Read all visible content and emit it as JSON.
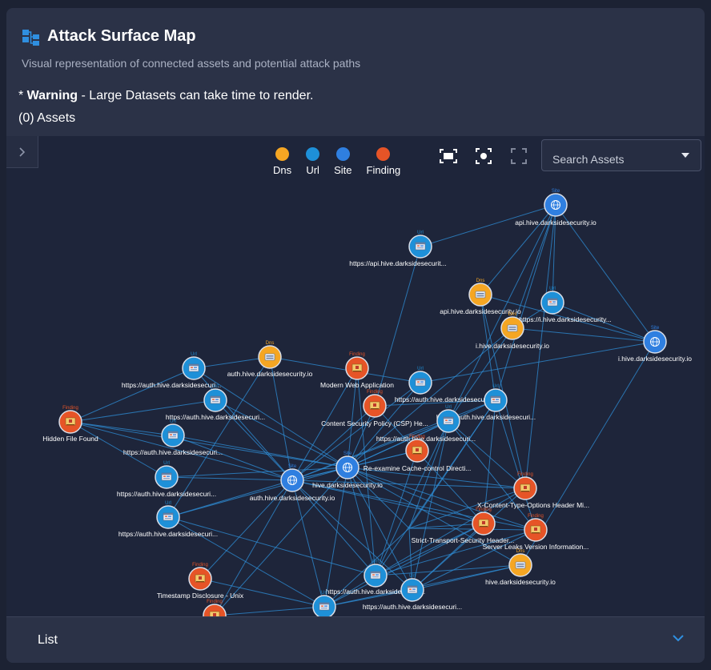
{
  "header": {
    "title": "Attack Surface Map",
    "subtitle": "Visual representation of connected assets and potential attack paths",
    "warning_prefix": "* ",
    "warning_bold": "Warning",
    "warning_text": " - Large Datasets can take time to render.",
    "asset_count": "(0) Assets"
  },
  "legend": [
    {
      "label": "Dns",
      "color": "#f5a623"
    },
    {
      "label": "Url",
      "color": "#1e90d8"
    },
    {
      "label": "Site",
      "color": "#2f7fe0"
    },
    {
      "label": "Finding",
      "color": "#e65427"
    }
  ],
  "toolbar": {
    "fit_icon": "fit-to-screen-icon",
    "center_icon": "center-focus-icon",
    "fullscreen_icon": "fullscreen-icon"
  },
  "search": {
    "placeholder": "Search Assets"
  },
  "colors": {
    "dns": "#f5a623",
    "url": "#1e90d8",
    "site": "#2f7fe0",
    "finding": "#e65427",
    "edge": "#2f8fd8"
  },
  "graph": {
    "nodes": [
      {
        "id": "site_api",
        "type": "Site",
        "label": "api.hive.darksidesecurity.io"
      },
      {
        "id": "url_api",
        "type": "Url",
        "label": "https://api.hive.darksidesecurit..."
      },
      {
        "id": "dns_api",
        "type": "Dns",
        "label": "api.hive.darksidesecurity.io"
      },
      {
        "id": "url_i",
        "type": "Url",
        "label": "https://i.hive.darksidesecurity..."
      },
      {
        "id": "dns_i",
        "type": "Dns",
        "label": "i.hive.darksidesecurity.io"
      },
      {
        "id": "site_i",
        "type": "Site",
        "label": "i.hive.darksidesecurity.io"
      },
      {
        "id": "dns_auth",
        "type": "Dns",
        "label": "auth.hive.darksidesecurity.io"
      },
      {
        "id": "find_modern",
        "type": "Finding",
        "label": "Modern Web Application"
      },
      {
        "id": "url_auth1",
        "type": "Url",
        "label": "https://auth.hive.darksidesecuri..."
      },
      {
        "id": "url_auth_m1",
        "type": "Url",
        "label": "https://auth.hive.darksidesecuri..."
      },
      {
        "id": "url_auth_r1",
        "type": "Url",
        "label": "https://auth.hive.darksidesecuri..."
      },
      {
        "id": "find_csp",
        "type": "Finding",
        "label": "Content Security Policy (CSP) He..."
      },
      {
        "id": "url_auth_r2",
        "type": "Url",
        "label": "https://auth.hive.darksidesecuri..."
      },
      {
        "id": "url_auth2",
        "type": "Url",
        "label": "https://auth.hive.darksidesecuri..."
      },
      {
        "id": "find_hidden",
        "type": "Finding",
        "label": "Hidden File Found"
      },
      {
        "id": "url_auth3",
        "type": "Url",
        "label": "https://auth.hive.darksidesecuri..."
      },
      {
        "id": "find_cache",
        "type": "Finding",
        "label": "Re-examine Cache-control Directi..."
      },
      {
        "id": "site_hive",
        "type": "Site",
        "label": "hive.darksidesecurity.io"
      },
      {
        "id": "site_auth",
        "type": "Site",
        "label": "auth.hive.darksidesecurity.io"
      },
      {
        "id": "url_auth4",
        "type": "Url",
        "label": "https://auth.hive.darksidesecuri..."
      },
      {
        "id": "find_xcto",
        "type": "Finding",
        "label": "X-Content-Type-Options Header Mi..."
      },
      {
        "id": "url_auth5",
        "type": "Url",
        "label": "https://auth.hive.darksidesecuri..."
      },
      {
        "id": "url_auth_c1",
        "type": "Url",
        "label": "https://auth.hive.darksidesecuri..."
      },
      {
        "id": "find_hsts",
        "type": "Finding",
        "label": "Strict-Transport-Security Header..."
      },
      {
        "id": "find_server",
        "type": "Finding",
        "label": "Server Leaks Version Information..."
      },
      {
        "id": "dns_hive",
        "type": "Dns",
        "label": "hive.darksidesecurity.io"
      },
      {
        "id": "find_ts",
        "type": "Finding",
        "label": "Timestamp Disclosure - Unix"
      },
      {
        "id": "url_auth_c2",
        "type": "Url",
        "label": "https://auth.hive.darksidesecuri..."
      },
      {
        "id": "url_auth_c3",
        "type": "Url",
        "label": "https://auth.hive.darksidesecuri..."
      },
      {
        "id": "url_auth_b1",
        "type": "Url",
        "label": "https://auth.hive.darksidesecuri..."
      },
      {
        "id": "find_bottom",
        "type": "Finding",
        "label": ""
      }
    ],
    "edges": [
      [
        "site_api",
        "url_api"
      ],
      [
        "site_api",
        "dns_api"
      ],
      [
        "site_api",
        "url_i"
      ],
      [
        "site_api",
        "dns_i"
      ],
      [
        "site_api",
        "site_i"
      ],
      [
        "site_api",
        "url_auth_r1"
      ],
      [
        "site_api",
        "url_auth_r2"
      ],
      [
        "site_api",
        "find_xcto"
      ],
      [
        "url_api",
        "find_csp"
      ],
      [
        "dns_api",
        "site_i"
      ],
      [
        "dns_api",
        "url_auth_r1"
      ],
      [
        "dns_api",
        "find_xcto"
      ],
      [
        "url_i",
        "site_i"
      ],
      [
        "url_i",
        "dns_i"
      ],
      [
        "dns_i",
        "site_i"
      ],
      [
        "dns_i",
        "site_hive"
      ],
      [
        "dns_i",
        "url_auth_r2"
      ],
      [
        "site_i",
        "dns_hive"
      ],
      [
        "site_i",
        "url_auth_m1"
      ],
      [
        "dns_auth",
        "site_auth"
      ],
      [
        "dns_auth",
        "url_auth1"
      ],
      [
        "dns_auth",
        "url_auth_m1"
      ],
      [
        "dns_auth",
        "url_auth5"
      ],
      [
        "find_modern",
        "site_auth"
      ],
      [
        "find_modern",
        "site_hive"
      ],
      [
        "find_modern",
        "url_auth_c2"
      ],
      [
        "find_hidden",
        "url_auth1"
      ],
      [
        "find_hidden",
        "url_auth2"
      ],
      [
        "find_hidden",
        "url_auth3"
      ],
      [
        "find_hidden",
        "url_auth4"
      ],
      [
        "find_hidden",
        "site_auth"
      ],
      [
        "find_hidden",
        "site_hive"
      ],
      [
        "url_auth1",
        "site_auth"
      ],
      [
        "url_auth1",
        "site_hive"
      ],
      [
        "url_auth_m1",
        "site_auth"
      ],
      [
        "url_auth_m1",
        "site_hive"
      ],
      [
        "url_auth_m1",
        "url_auth_c1"
      ],
      [
        "url_auth2",
        "site_auth"
      ],
      [
        "url_auth2",
        "site_hive"
      ],
      [
        "url_auth3",
        "site_auth"
      ],
      [
        "url_auth3",
        "site_hive"
      ],
      [
        "url_auth4",
        "site_auth"
      ],
      [
        "url_auth4",
        "site_hive"
      ],
      [
        "site_auth",
        "site_hive"
      ],
      [
        "site_auth",
        "url_auth_r1"
      ],
      [
        "site_auth",
        "url_auth_r2"
      ],
      [
        "site_auth",
        "find_csp"
      ],
      [
        "site_auth",
        "find_cache"
      ],
      [
        "site_auth",
        "url_auth5"
      ],
      [
        "site_auth",
        "url_auth_c1"
      ],
      [
        "site_auth",
        "url_auth_c2"
      ],
      [
        "site_auth",
        "url_auth_c3"
      ],
      [
        "site_auth",
        "url_auth_b1"
      ],
      [
        "site_auth",
        "find_ts"
      ],
      [
        "site_auth",
        "find_hsts"
      ],
      [
        "site_auth",
        "find_server"
      ],
      [
        "site_auth",
        "find_xcto"
      ],
      [
        "site_auth",
        "find_bottom"
      ],
      [
        "site_hive",
        "url_auth_r1"
      ],
      [
        "site_hive",
        "url_auth_r2"
      ],
      [
        "site_hive",
        "url_auth_c"
      ],
      [
        "site_hive",
        "find_csp"
      ],
      [
        "site_hive",
        "find_cache"
      ],
      [
        "site_hive",
        "url_auth5"
      ],
      [
        "site_hive",
        "url_auth_c1"
      ],
      [
        "site_hive",
        "url_auth_c2"
      ],
      [
        "site_hive",
        "url_auth_c3"
      ],
      [
        "site_hive",
        "url_auth_b1"
      ],
      [
        "site_hive",
        "find_xcto"
      ],
      [
        "site_hive",
        "find_hsts"
      ],
      [
        "site_hive",
        "find_server"
      ],
      [
        "site_hive",
        "dns_hive"
      ],
      [
        "site_hive",
        "find_bottom"
      ],
      [
        "url_auth_r1",
        "find_csp"
      ],
      [
        "url_auth_r1",
        "url_auth_c"
      ],
      [
        "url_auth_r1",
        "find_hsts"
      ],
      [
        "url_auth_r1",
        "find_server"
      ],
      [
        "url_auth_r1",
        "url_auth_c2"
      ],
      [
        "url_auth_r2",
        "url_auth_c"
      ],
      [
        "url_auth_r2",
        "find_xcto"
      ],
      [
        "url_auth_r2",
        "find_server"
      ],
      [
        "url_auth_r2",
        "url_auth_c2"
      ],
      [
        "url_auth_r2",
        "url_auth_c3"
      ],
      [
        "url_auth_c",
        "find_xcto"
      ],
      [
        "url_auth_c",
        "find_hsts"
      ],
      [
        "url_auth_c",
        "find_server"
      ],
      [
        "url_auth_c",
        "url_auth_c1"
      ],
      [
        "url_auth_c",
        "url_auth_c3"
      ],
      [
        "url_auth_c",
        "url_auth_b1"
      ],
      [
        "find_csp",
        "url_auth_c1"
      ],
      [
        "find_csp",
        "find_hsts"
      ],
      [
        "find_cache",
        "url_auth_c1"
      ],
      [
        "find_cache",
        "url_auth_c2"
      ],
      [
        "url_auth5",
        "url_auth_c2"
      ],
      [
        "url_auth5",
        "url_auth_b1"
      ],
      [
        "url_auth_c1",
        "find_xcto"
      ],
      [
        "url_auth_c1",
        "find_hsts"
      ],
      [
        "url_auth_c1",
        "find_server"
      ],
      [
        "url_auth_c1",
        "url_auth_c3"
      ],
      [
        "find_xcto",
        "url_auth_c2"
      ],
      [
        "find_xcto",
        "url_auth_c3"
      ],
      [
        "find_hsts",
        "url_auth_c2"
      ],
      [
        "find_hsts",
        "url_auth_c3"
      ],
      [
        "find_hsts",
        "url_auth_b1"
      ],
      [
        "find_server",
        "url_auth_c2"
      ],
      [
        "find_server",
        "url_auth_c3"
      ],
      [
        "dns_hive",
        "url_auth_c2"
      ],
      [
        "dns_hive",
        "url_auth_c3"
      ],
      [
        "dns_hive",
        "url_auth_b1"
      ],
      [
        "find_ts",
        "url_auth_b1"
      ],
      [
        "url_auth_c2",
        "url_auth_b1"
      ],
      [
        "url_auth_c3",
        "url_auth_b1"
      ],
      [
        "find_bottom",
        "url_auth_b1"
      ]
    ]
  },
  "list": {
    "label": "List"
  }
}
